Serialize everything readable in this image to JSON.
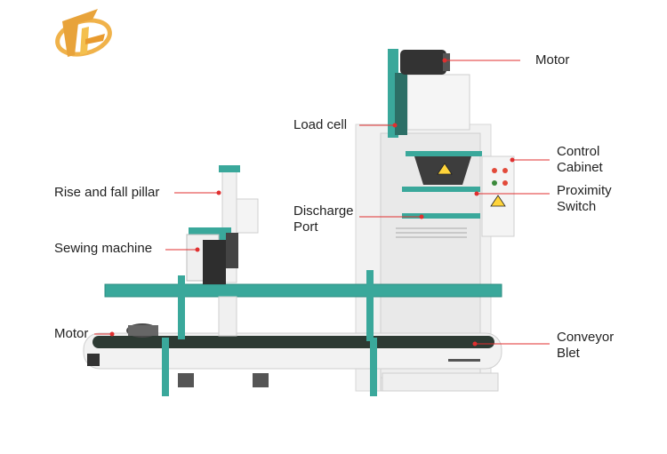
{
  "labels": {
    "motor_top": "Motor",
    "load_cell": "Load cell",
    "control_cabinet": [
      "Control",
      "Cabinet"
    ],
    "rise_fall_pillar": "Rise and fall pillar",
    "discharge_port": [
      "Discharge",
      "Port"
    ],
    "proximity_switch": [
      "Proximity",
      "Switch"
    ],
    "sewing_machine": "Sewing machine",
    "motor_bottom": "Motor",
    "conveyor_belt": [
      "Conveyor",
      "Blet"
    ]
  },
  "colors": {
    "frame_teal": "#3aa89b",
    "panel_white": "#eeeeee",
    "leader_red": "#e02f2f",
    "belt_dark": "#2d3a33",
    "logo_gold": "#e8a33a"
  },
  "icons": {
    "logo": "brand-logo-icon"
  }
}
